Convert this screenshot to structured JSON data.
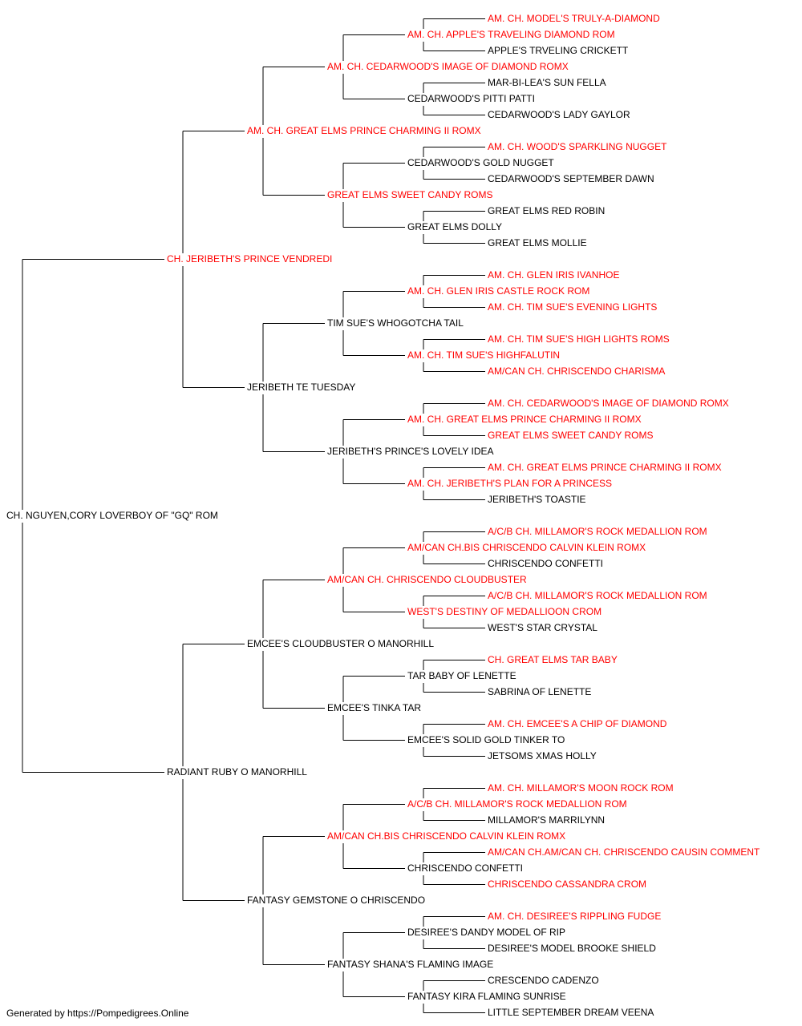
{
  "colors": {
    "champion": "#ff0000",
    "normal": "#000000",
    "line": "#000000",
    "background": "#ffffff"
  },
  "subject": {
    "name": "CH. NGUYEN,CORY LOVERBOY OF \"GQ\" ROM",
    "red": false
  },
  "ancestors": [
    {
      "gen": 1,
      "idx": 0,
      "name": "CH. JERIBETH'S PRINCE VENDREDI",
      "red": true
    },
    {
      "gen": 1,
      "idx": 1,
      "name": "RADIANT RUBY O MANORHILL",
      "red": false
    },
    {
      "gen": 2,
      "idx": 0,
      "name": "AM. CH. GREAT ELMS PRINCE CHARMING II ROMX",
      "red": true
    },
    {
      "gen": 2,
      "idx": 1,
      "name": "JERIBETH TE TUESDAY",
      "red": false
    },
    {
      "gen": 2,
      "idx": 2,
      "name": "EMCEE'S CLOUDBUSTER O MANORHILL",
      "red": false
    },
    {
      "gen": 2,
      "idx": 3,
      "name": "FANTASY GEMSTONE O CHRISCENDO",
      "red": false
    },
    {
      "gen": 3,
      "idx": 0,
      "name": "AM. CH. CEDARWOOD'S IMAGE OF DIAMOND ROMX",
      "red": true
    },
    {
      "gen": 3,
      "idx": 1,
      "name": "GREAT ELMS SWEET CANDY ROMS",
      "red": true
    },
    {
      "gen": 3,
      "idx": 2,
      "name": "TIM SUE'S WHOGOTCHA TAIL",
      "red": false
    },
    {
      "gen": 3,
      "idx": 3,
      "name": "JERIBETH'S PRINCE'S LOVELY IDEA",
      "red": false
    },
    {
      "gen": 3,
      "idx": 4,
      "name": "AM/CAN CH. CHRISCENDO CLOUDBUSTER",
      "red": true
    },
    {
      "gen": 3,
      "idx": 5,
      "name": "EMCEE'S TINKA TAR",
      "red": false
    },
    {
      "gen": 3,
      "idx": 6,
      "name": "AM/CAN CH.BIS CHRISCENDO CALVIN KLEIN ROMX",
      "red": true
    },
    {
      "gen": 3,
      "idx": 7,
      "name": "FANTASY SHANA'S FLAMING IMAGE",
      "red": false
    },
    {
      "gen": 4,
      "idx": 0,
      "name": "AM. CH. APPLE'S TRAVELING DIAMOND ROM",
      "red": true
    },
    {
      "gen": 4,
      "idx": 1,
      "name": "CEDARWOOD'S PITTI PATTI",
      "red": false
    },
    {
      "gen": 4,
      "idx": 2,
      "name": "CEDARWOOD'S GOLD NUGGET",
      "red": false
    },
    {
      "gen": 4,
      "idx": 3,
      "name": "GREAT ELMS DOLLY",
      "red": false
    },
    {
      "gen": 4,
      "idx": 4,
      "name": "AM. CH. GLEN IRIS CASTLE ROCK ROM",
      "red": true
    },
    {
      "gen": 4,
      "idx": 5,
      "name": "AM. CH. TIM SUE'S HIGHFALUTIN",
      "red": true
    },
    {
      "gen": 4,
      "idx": 6,
      "name": "AM. CH. GREAT ELMS PRINCE CHARMING II ROMX",
      "red": true
    },
    {
      "gen": 4,
      "idx": 7,
      "name": "AM. CH. JERIBETH'S PLAN FOR A PRINCESS",
      "red": true
    },
    {
      "gen": 4,
      "idx": 8,
      "name": "AM/CAN CH.BIS CHRISCENDO CALVIN KLEIN ROMX",
      "red": true
    },
    {
      "gen": 4,
      "idx": 9,
      "name": "WEST'S DESTINY OF MEDALLIOON CROM",
      "red": true
    },
    {
      "gen": 4,
      "idx": 10,
      "name": "TAR BABY OF LENETTE",
      "red": false
    },
    {
      "gen": 4,
      "idx": 11,
      "name": "EMCEE'S SOLID GOLD TINKER TO",
      "red": false
    },
    {
      "gen": 4,
      "idx": 12,
      "name": "A/C/B CH. MILLAMOR'S ROCK MEDALLION ROM",
      "red": true
    },
    {
      "gen": 4,
      "idx": 13,
      "name": "CHRISCENDO CONFETTI",
      "red": false
    },
    {
      "gen": 4,
      "idx": 14,
      "name": "DESIREE'S DANDY MODEL OF RIP",
      "red": false
    },
    {
      "gen": 4,
      "idx": 15,
      "name": "FANTASY KIRA FLAMING SUNRISE",
      "red": false
    },
    {
      "gen": 5,
      "idx": 0,
      "name": "AM. CH. MODEL'S TRULY-A-DIAMOND",
      "red": true
    },
    {
      "gen": 5,
      "idx": 1,
      "name": "APPLE'S TRVELING CRICKETT",
      "red": false
    },
    {
      "gen": 5,
      "idx": 2,
      "name": "MAR-BI-LEA'S SUN FELLA",
      "red": false
    },
    {
      "gen": 5,
      "idx": 3,
      "name": "CEDARWOOD'S LADY GAYLOR",
      "red": false
    },
    {
      "gen": 5,
      "idx": 4,
      "name": "AM. CH. WOOD'S SPARKLING NUGGET",
      "red": true
    },
    {
      "gen": 5,
      "idx": 5,
      "name": "CEDARWOOD'S SEPTEMBER DAWN",
      "red": false
    },
    {
      "gen": 5,
      "idx": 6,
      "name": "GREAT ELMS RED ROBIN",
      "red": false
    },
    {
      "gen": 5,
      "idx": 7,
      "name": "GREAT ELMS MOLLIE",
      "red": false
    },
    {
      "gen": 5,
      "idx": 8,
      "name": "AM. CH. GLEN IRIS IVANHOE",
      "red": true
    },
    {
      "gen": 5,
      "idx": 9,
      "name": "AM. CH. TIM SUE'S EVENING LIGHTS",
      "red": true
    },
    {
      "gen": 5,
      "idx": 10,
      "name": "AM. CH. TIM SUE'S HIGH LIGHTS ROMS",
      "red": true
    },
    {
      "gen": 5,
      "idx": 11,
      "name": "AM/CAN CH. CHRISCENDO CHARISMA",
      "red": true
    },
    {
      "gen": 5,
      "idx": 12,
      "name": "AM. CH. CEDARWOOD'S IMAGE OF DIAMOND ROMX",
      "red": true
    },
    {
      "gen": 5,
      "idx": 13,
      "name": "GREAT ELMS SWEET CANDY ROMS",
      "red": true
    },
    {
      "gen": 5,
      "idx": 14,
      "name": "AM. CH. GREAT ELMS PRINCE CHARMING II ROMX",
      "red": true
    },
    {
      "gen": 5,
      "idx": 15,
      "name": "JERIBETH'S TOASTIE",
      "red": false
    },
    {
      "gen": 5,
      "idx": 16,
      "name": "A/C/B CH. MILLAMOR'S ROCK MEDALLION ROM",
      "red": true
    },
    {
      "gen": 5,
      "idx": 17,
      "name": "CHRISCENDO CONFETTI",
      "red": false
    },
    {
      "gen": 5,
      "idx": 18,
      "name": "A/C/B CH. MILLAMOR'S ROCK MEDALLION ROM",
      "red": true
    },
    {
      "gen": 5,
      "idx": 19,
      "name": "WEST'S STAR CRYSTAL",
      "red": false
    },
    {
      "gen": 5,
      "idx": 20,
      "name": "CH. GREAT ELMS TAR BABY",
      "red": true
    },
    {
      "gen": 5,
      "idx": 21,
      "name": "SABRINA OF LENETTE",
      "red": false
    },
    {
      "gen": 5,
      "idx": 22,
      "name": "AM. CH. EMCEE'S A CHIP OF DIAMOND",
      "red": true
    },
    {
      "gen": 5,
      "idx": 23,
      "name": "JETSOMS XMAS HOLLY",
      "red": false
    },
    {
      "gen": 5,
      "idx": 24,
      "name": "AM. CH. MILLAMOR'S MOON ROCK ROM",
      "red": true
    },
    {
      "gen": 5,
      "idx": 25,
      "name": "MILLAMOR'S MARRILYNN",
      "red": false
    },
    {
      "gen": 5,
      "idx": 26,
      "name": "AM/CAN CH.AM/CAN CH. CHRISCENDO CAUSIN COMMENT",
      "red": true
    },
    {
      "gen": 5,
      "idx": 27,
      "name": "CHRISCENDO CASSANDRA CROM",
      "red": true
    },
    {
      "gen": 5,
      "idx": 28,
      "name": "AM. CH. DESIREE'S RIPPLING FUDGE",
      "red": true
    },
    {
      "gen": 5,
      "idx": 29,
      "name": "DESIREE'S MODEL BROOKE SHIELD",
      "red": false
    },
    {
      "gen": 5,
      "idx": 30,
      "name": "CRESCENDO CADENZO",
      "red": false
    },
    {
      "gen": 5,
      "idx": 31,
      "name": "LITTLE SEPTEMBER DREAM VEENA",
      "red": false
    }
  ],
  "footer": "Generated by https://Pompedigrees.Online"
}
